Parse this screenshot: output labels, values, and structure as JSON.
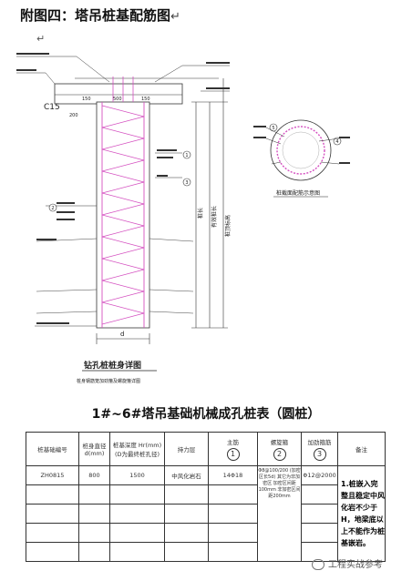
{
  "document": {
    "heading": "附图四：塔吊桩基配筋图",
    "para_mark": "↵"
  },
  "drawing": {
    "concrete_label": "C15",
    "dim_top_left": "150",
    "dim_top_mid": "500",
    "dim_top_right": "150",
    "dim_small": "200",
    "circle_marks": [
      "1",
      "2",
      "3",
      "4",
      "5"
    ],
    "dim_pile_width": "d",
    "pile_title": "钻孔桩桩身详图",
    "pile_subtitle": "桩身钢筋笼加劲箍及螺旋箍详图",
    "section_title": "桩截面配筋示意图",
    "vertical_dims": [
      "桩长",
      "有效桩长",
      "桩顶标高"
    ]
  },
  "table": {
    "title": "1#~6#塔吊基础机械成孔桩表（圆桩）",
    "headers": {
      "pile_no": "桩基础编号",
      "diameter": "桩身直径 d(mm)",
      "depth": "桩基深度 Hr(mm) (D为最终桩孔径)",
      "layer": "持力层",
      "main_rebar": "主筋",
      "main_rebar_num": "1",
      "spiral": "螺旋箍",
      "spiral_num": "2",
      "stiffener": "加劲箍筋",
      "stiffener_num": "3",
      "remarks": "备注"
    },
    "row": {
      "pile_no": "ZH0815",
      "diameter": "800",
      "depth": "1500",
      "layer": "中风化岩石",
      "main_rebar": "14Φ18",
      "spiral": "Φ8@100/200 (加密区长5d) 其它为非加密区 加密区间距100mm 非加密区间距200mm",
      "stiffener": "Φ12@2000",
      "remarks": "1.桩嵌入完整且稳定中风化岩不少于H，地梁底以上不能作为桩基嵌岩。"
    }
  },
  "watermark": {
    "text": "工程实战参考"
  },
  "colors": {
    "rebar": "#d44fc0",
    "line": "#222222",
    "ground": "#444444"
  }
}
